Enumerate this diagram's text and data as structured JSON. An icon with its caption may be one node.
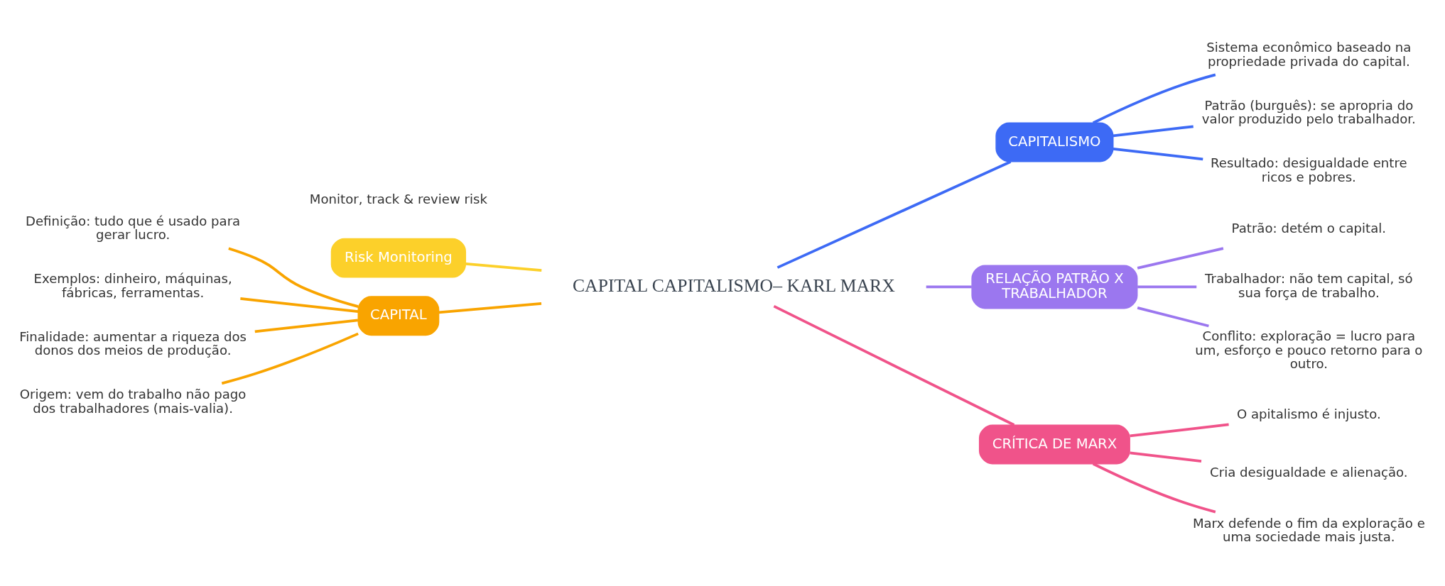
{
  "diagram": {
    "nodes": [
      {
        "text": [
          "CAPITAL CAPITALISMO– KARL MARX"
        ]
      },
      {
        "text": [
          "Risk Monitoring"
        ],
        "beside": [
          "Monitor, track & review risk"
        ]
      },
      {
        "text": [
          "CAPITAL"
        ]
      },
      {
        "text": [
          "Definição: tudo que é usado para gerar lucro."
        ]
      },
      {
        "text": [
          "Exemplos: dinheiro, máquinas, fábricas, ferramentas."
        ]
      },
      {
        "text": [
          "Finalidade: aumentar a riqueza dos donos dos meios de produção."
        ]
      },
      {
        "text": [
          "Origem: vem do trabalho não pago dos trabalhadores (mais-valia)."
        ]
      },
      {
        "text": [
          "CAPITALISMO"
        ]
      },
      {
        "text": [
          "Sistema econômico baseado na propriedade privada do capital."
        ]
      },
      {
        "text": [
          "Patrão (burguês): se apropria do valor produzido pelo trabalhador."
        ]
      },
      {
        "text": [
          "Resultado: desigualdade entre ricos e pobres."
        ]
      },
      {
        "text": [
          "RELAÇÃO PATRÃO X TRABALHADOR"
        ]
      },
      {
        "text": [
          "Patrão: detém o capital."
        ]
      },
      {
        "text": [
          "Trabalhador: não tem capital, só sua força de trabalho."
        ]
      },
      {
        "text": [
          "Conflito: exploração = lucro para um, esforço e pouco retorno para o outro."
        ]
      },
      {
        "text": [
          "CRÍTICA DE MARX"
        ]
      },
      {
        "text": [
          "O apitalismo é injusto."
        ]
      },
      {
        "text": [
          "Cria desigualdade e alienação."
        ]
      },
      {
        "text": [
          "Marx defende o fim da exploração e uma sociedade mais justa."
        ]
      }
    ],
    "edges": [
      {
        "from": 1,
        "to": 0,
        "arrow": "none",
        "color": "#fcd02a"
      },
      {
        "from": 2,
        "to": 0,
        "arrow": "none",
        "color": "#f9a400"
      },
      {
        "from": 3,
        "to": 2,
        "arrow": "none",
        "color": "#f9a400"
      },
      {
        "from": 4,
        "to": 2,
        "arrow": "none",
        "color": "#f9a400"
      },
      {
        "from": 5,
        "to": 2,
        "arrow": "none",
        "color": "#f9a400"
      },
      {
        "from": 6,
        "to": 2,
        "arrow": "none",
        "color": "#f9a400"
      },
      {
        "from": 0,
        "to": 7,
        "arrow": "none",
        "color": "#3d6af5"
      },
      {
        "from": 7,
        "to": 8,
        "arrow": "none",
        "color": "#3d6af5"
      },
      {
        "from": 7,
        "to": 9,
        "arrow": "none",
        "color": "#3d6af5"
      },
      {
        "from": 7,
        "to": 10,
        "arrow": "none",
        "color": "#3d6af5"
      },
      {
        "from": 0,
        "to": 11,
        "arrow": "none",
        "color": "#9b77ef"
      },
      {
        "from": 11,
        "to": 12,
        "arrow": "none",
        "color": "#9b77ef"
      },
      {
        "from": 11,
        "to": 13,
        "arrow": "none",
        "color": "#9b77ef"
      },
      {
        "from": 11,
        "to": 14,
        "arrow": "none",
        "color": "#9b77ef"
      },
      {
        "from": 0,
        "to": 15,
        "arrow": "none",
        "color": "#f0538a"
      },
      {
        "from": 15,
        "to": 16,
        "arrow": "none",
        "color": "#f0538a"
      },
      {
        "from": 15,
        "to": 17,
        "arrow": "none",
        "color": "#f0538a"
      },
      {
        "from": 15,
        "to": 18,
        "arrow": "none",
        "color": "#f0538a"
      }
    ]
  }
}
